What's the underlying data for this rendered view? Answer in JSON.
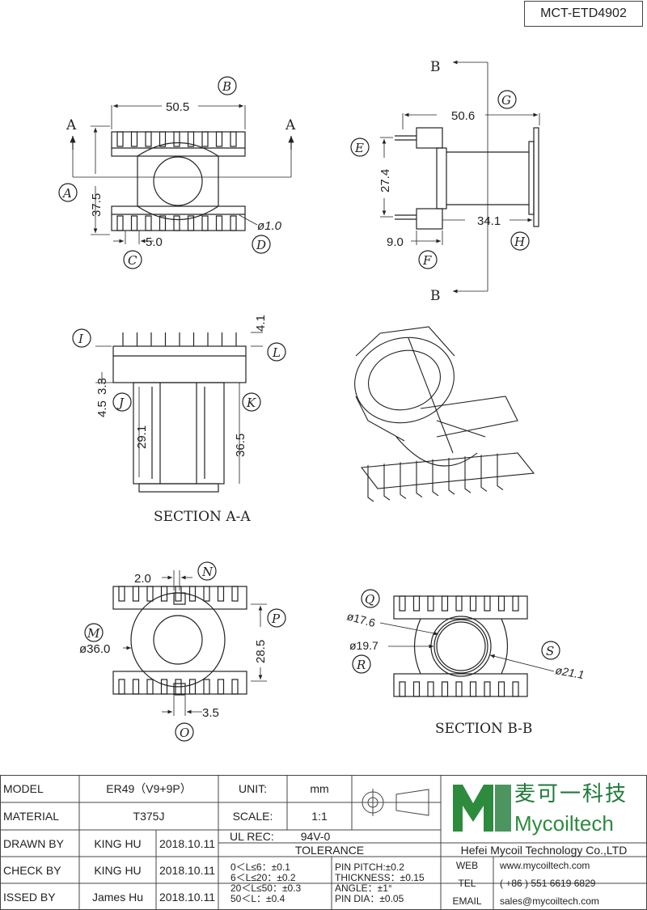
{
  "drawing_number": "MCT-ETD4902",
  "views": {
    "top": {
      "callouts": {
        "b": "B",
        "a1": "A",
        "a2": "A",
        "label_a": "A",
        "c": "C",
        "d": "D"
      },
      "dims": {
        "width": "50.5",
        "height": "37.5",
        "pitch": "5.0",
        "pin_dia": "ø1.0"
      }
    },
    "side": {
      "callouts": {
        "b_top": "B",
        "b_bottom": "B",
        "e": "E",
        "f": "F",
        "g": "G",
        "h": "H"
      },
      "dims": {
        "width": "50.6",
        "pin_span": "27.4",
        "pin_len": "9.0",
        "body": "34.1"
      }
    },
    "section_aa": {
      "title": "SECTION A-A",
      "callouts": {
        "i": "I",
        "l": "L",
        "j": "J",
        "k": "K"
      },
      "dims": {
        "top": "4.1",
        "flange": "4.5",
        "flange2": "3.3",
        "inner": "29.1",
        "outer": "36.5"
      }
    },
    "bottom": {
      "callouts": {
        "n": "N",
        "p": "P",
        "m": "M",
        "o": "O"
      },
      "dims": {
        "slot": "2.0",
        "height": "28.5",
        "dia": "ø36.0",
        "gap": "3.5"
      }
    },
    "section_bb": {
      "title": "SECTION B-B",
      "callouts": {
        "q": "Q",
        "r": "R",
        "s": "S"
      },
      "dims": {
        "d1": "ø17.6",
        "d2": "ø19.7",
        "d3": "ø21.1"
      }
    }
  },
  "title_block": {
    "model_label": "MODEL",
    "model_value": "ER49（V9+9P）",
    "unit_label": "UNIT:",
    "unit_value": "mm",
    "material_label": "MATERIAL",
    "material_value": "T375J",
    "scale_label": "SCALE:",
    "scale_value": "1:1",
    "drawn_label": "DRAWN BY",
    "drawn_name": "KING HU",
    "drawn_date": "2018.10.11",
    "ulrec_label": "UL REC:",
    "ulrec_value": "94V-0",
    "tolerance_label": "TOLERANCE",
    "check_label": "CHECK BY",
    "check_name": "KING HU",
    "check_date": "2018.10.11",
    "issued_label": "ISSED BY",
    "issued_name": "James Hu",
    "issued_date": "2018.10.11",
    "tol_1": "0＜L≤6：±0.1",
    "tol_2": "6＜L≤20：±0.2",
    "tol_3": "20＜L≤50：±0.3",
    "tol_4": "50＜L：±0.4",
    "pin_pitch": "PIN PITCH:±0.2",
    "thickness": "THICKNESS：±0.15",
    "angle": "ANGLE：±1°",
    "pin_dia": "PIN DIA：±0.05",
    "logo_cn": "麦可一科技",
    "logo_en": "Mycoiltech",
    "company": "Hefei Mycoil Technology Co.,LTD",
    "web_label": "WEB",
    "web_value": "www.mycoiltech.com",
    "tel_label": "TEL",
    "tel_value": "( +86 ) 551 6619 6829",
    "email_label": "EMAIL",
    "email_value": "sales@mycoiltech.com"
  }
}
